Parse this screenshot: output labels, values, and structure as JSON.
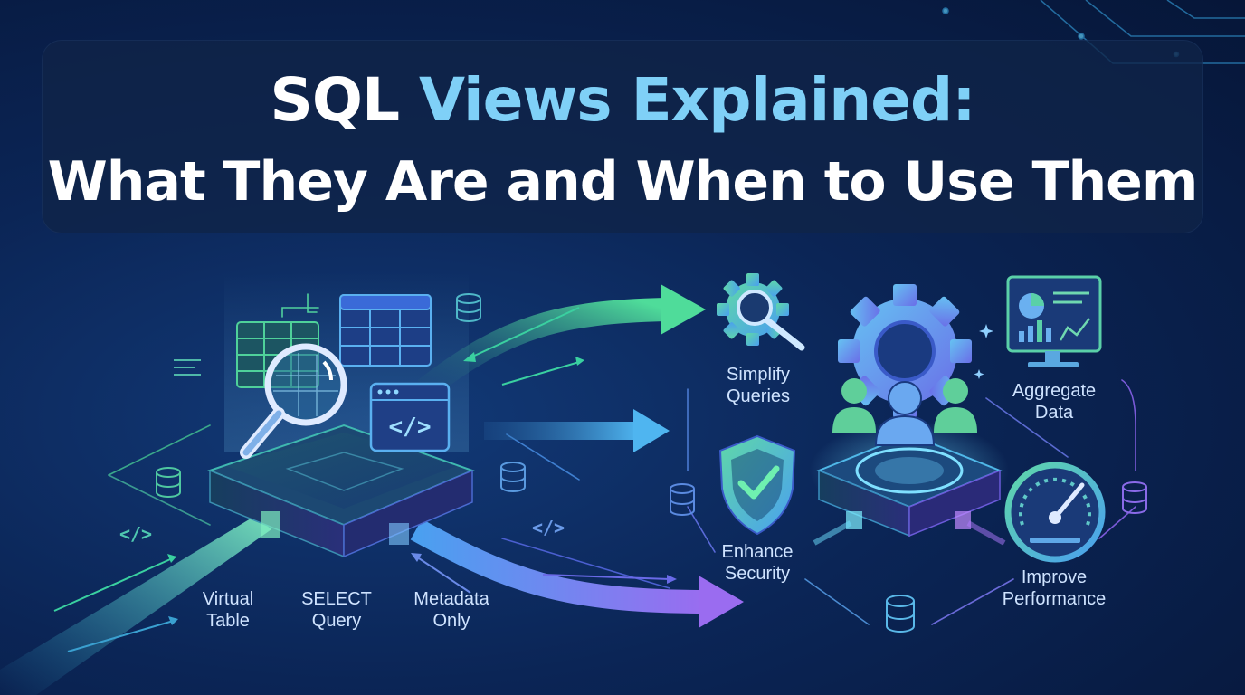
{
  "title": {
    "line1_prefix": "SQL",
    "line1_accent": "Views Explained:",
    "line2": "What They Are and When to Use Them"
  },
  "left_labels": [
    {
      "line1": "Virtual",
      "line2": "Table"
    },
    {
      "line1": "SELECT",
      "line2": "Query"
    },
    {
      "line1": "Metadata",
      "line2": "Only"
    }
  ],
  "benefits": [
    {
      "line1": "Simplify",
      "line2": "Queries",
      "icon": "gear-magnifier-icon"
    },
    {
      "line1": "Aggregate",
      "line2": "Data",
      "icon": "monitor-chart-icon"
    },
    {
      "line1": "Enhance",
      "line2": "Security",
      "icon": "shield-check-icon"
    },
    {
      "line1": "Improve",
      "line2": "Performance",
      "icon": "speedometer-icon"
    }
  ],
  "code_glyph": "</>",
  "colors": {
    "accent_green": "#4fd19a",
    "accent_cyan": "#55c8f0",
    "accent_purple": "#8f6df0",
    "title_accent": "#7fd0f7"
  }
}
